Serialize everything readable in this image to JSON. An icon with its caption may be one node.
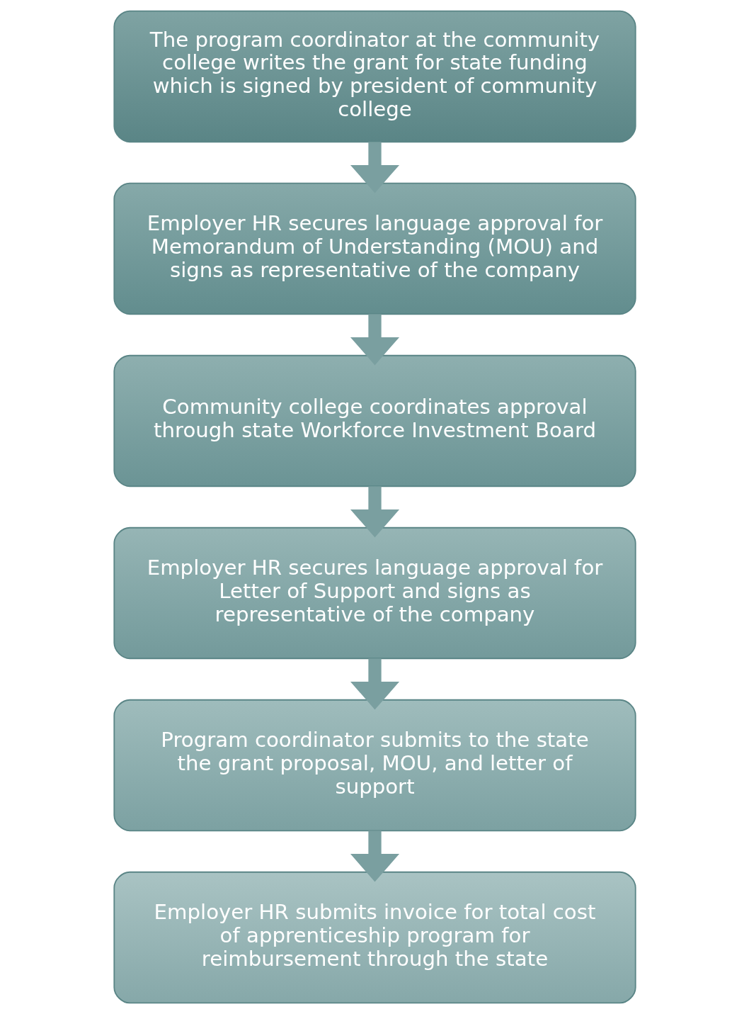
{
  "diagram": {
    "nodes": [
      {
        "text": [
          "The program coordinator at the community college writes the grant for state funding which is signed by president of community college"
        ]
      },
      {
        "text": [
          "Employer HR secures language approval for Memorandum of Understanding (MOU) and signs as representative of the company"
        ]
      },
      {
        "text": [
          "Community college coordinates approval through state Workforce Investment Board"
        ]
      },
      {
        "text": [
          "Employer HR secures language approval for Letter of Support and signs as representative of the company"
        ]
      },
      {
        "text": [
          "Program coordinator submits to the state the grant proposal, MOU, and letter of support"
        ]
      },
      {
        "text": [
          "Employer HR submits invoice for total cost of apprenticeship program for reimbursement through the state"
        ]
      }
    ],
    "edges": [
      {
        "from": 0,
        "to": 1,
        "arrow": "to"
      },
      {
        "from": 1,
        "to": 2,
        "arrow": "to"
      },
      {
        "from": 2,
        "to": 3,
        "arrow": "to"
      },
      {
        "from": 3,
        "to": 4,
        "arrow": "to"
      },
      {
        "from": 4,
        "to": 5,
        "arrow": "to"
      }
    ]
  }
}
